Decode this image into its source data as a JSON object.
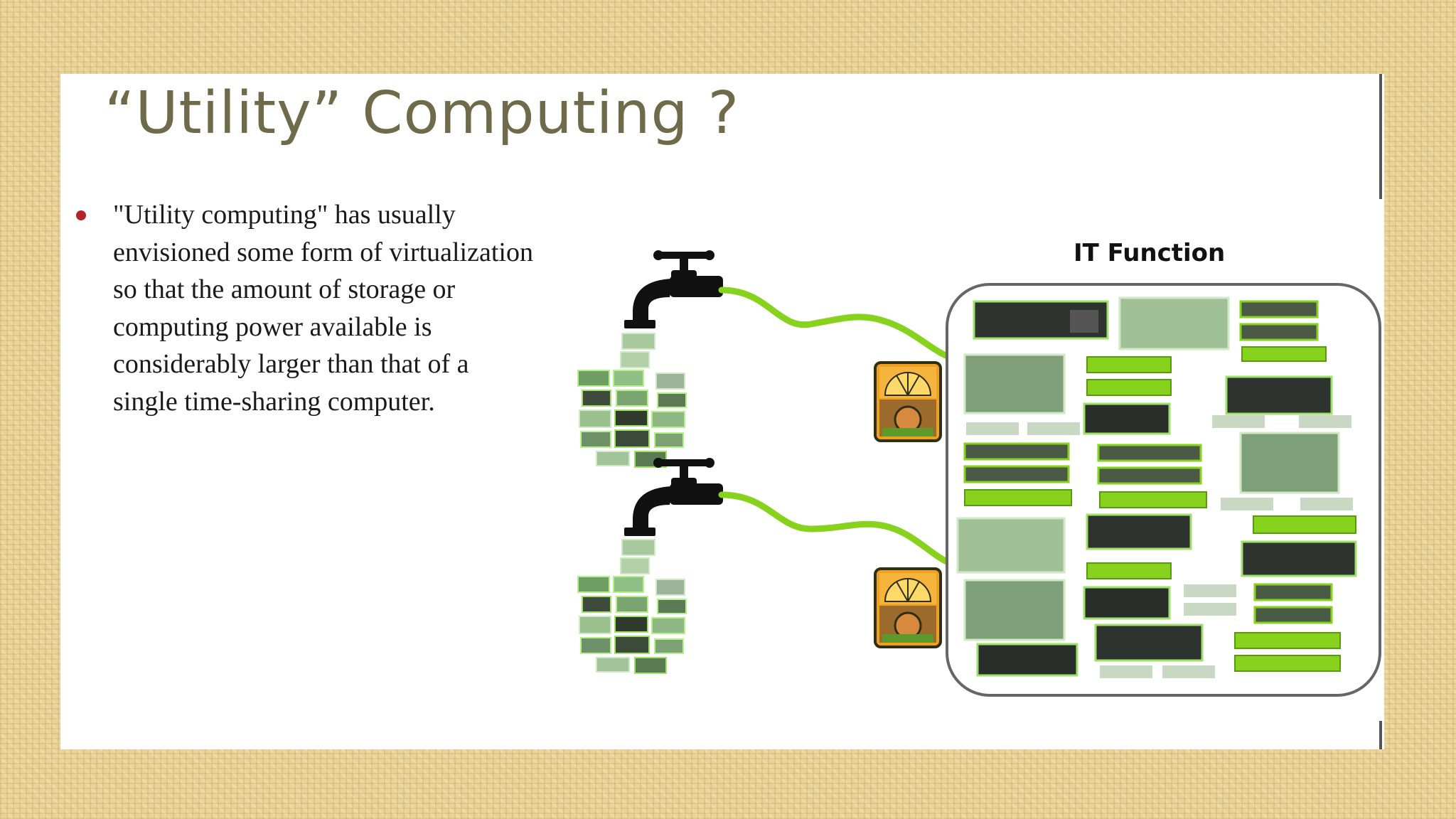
{
  "slide": {
    "title": "“Utility” Computing ?",
    "bullet_text": "\"Utility computing\" has usually envisioned some form of virtualization so that the amount of storage or computing power available is considerably larger than that of a single time-sharing computer."
  },
  "illustration": {
    "it_function_label": "IT Function",
    "icons": [
      "water-tap-icon",
      "server-stack-icon",
      "green-hose",
      "utility-meter-icon",
      "it-function-pool"
    ],
    "accent_green": "#86d21c",
    "meter_orange": "#f0a020"
  }
}
